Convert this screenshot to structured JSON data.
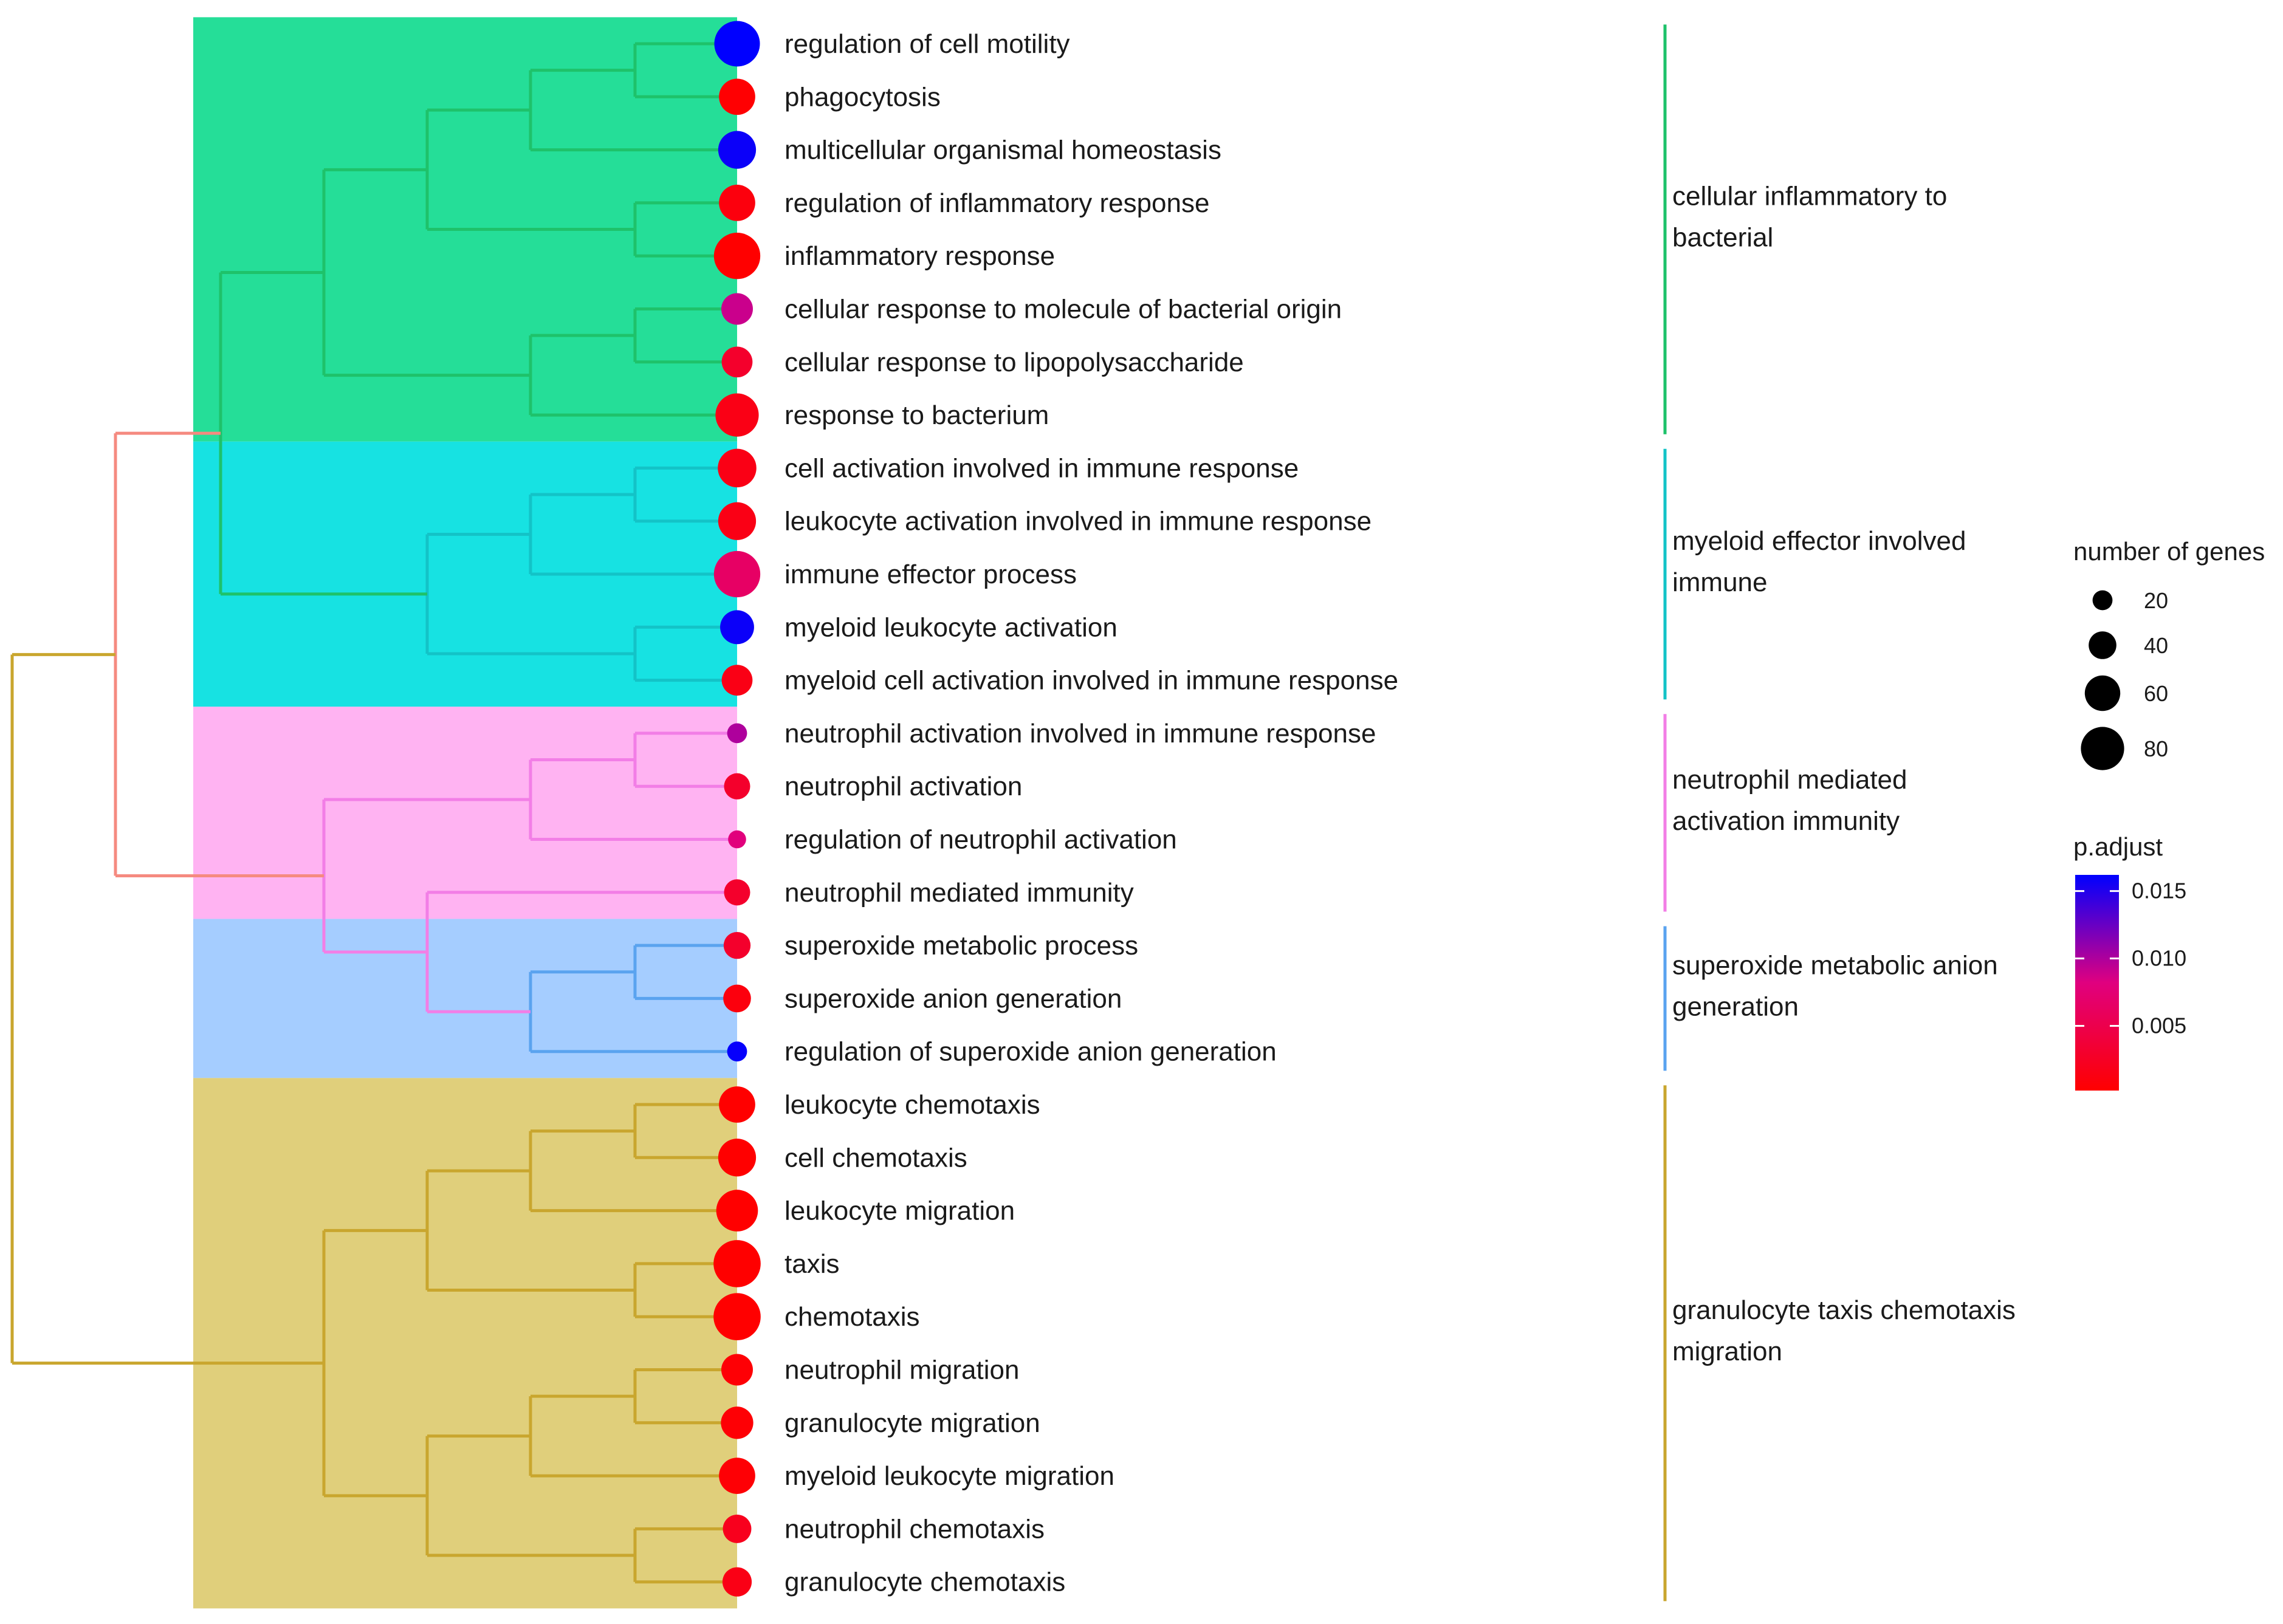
{
  "chart_data": {
    "type": "treeplot",
    "size_legend": {
      "title": "number of genes",
      "values": [
        20,
        40,
        60,
        80
      ]
    },
    "color_legend": {
      "title": "p.adjust",
      "ticks": [
        0.015,
        0.01,
        0.005
      ],
      "tick_labels": [
        "0.015",
        "0.010",
        "0.005"
      ],
      "range": [
        0.0002,
        0.0162
      ],
      "low_color": "#ff0000",
      "mid_color": "#e0007f",
      "high_color": "#0000ff"
    },
    "clusters": [
      {
        "label_lines": [
          "cellular inflammatory to",
          "bacterial"
        ],
        "fill": "#25de98",
        "line_color": "#1ec26a",
        "first": 0,
        "last": 7
      },
      {
        "label_lines": [
          "myeloid effector involved",
          "immune"
        ],
        "fill": "#17e2e2",
        "line_color": "#13c3c7",
        "first": 8,
        "last": 12
      },
      {
        "label_lines": [
          "neutrophil mediated",
          "activation immunity"
        ],
        "fill": "#ffb3f2",
        "line_color": "#f27ee6",
        "first": 13,
        "last": 16
      },
      {
        "label_lines": [
          "superoxide metabolic anion",
          "generation"
        ],
        "fill": "#a5cdff",
        "line_color": "#5aa3ef",
        "first": 17,
        "last": 19
      },
      {
        "label_lines": [
          "granulocyte taxis chemotaxis",
          "migration"
        ],
        "fill": "#e0cf7b",
        "line_color": "#c9a62e",
        "first": 20,
        "last": 29
      }
    ],
    "terms": [
      {
        "name": "regulation of cell motility",
        "count": 86,
        "p_adjust": 0.0162
      },
      {
        "name": "phagocytosis",
        "count": 62,
        "p_adjust": 0.0003
      },
      {
        "name": "multicellular organismal homeostasis",
        "count": 66,
        "p_adjust": 0.0158
      },
      {
        "name": "regulation of inflammatory response",
        "count": 62,
        "p_adjust": 0.001
      },
      {
        "name": "inflammatory response",
        "count": 88,
        "p_adjust": 0.0002
      },
      {
        "name": "cellular response to molecule of bacterial origin",
        "count": 50,
        "p_adjust": 0.009
      },
      {
        "name": "cellular response to lipopolysaccharide",
        "count": 48,
        "p_adjust": 0.003
      },
      {
        "name": "response to bacterium",
        "count": 80,
        "p_adjust": 0.0015
      },
      {
        "name": "cell activation involved in immune response",
        "count": 68,
        "p_adjust": 0.0015
      },
      {
        "name": "leukocyte activation involved in immune response",
        "count": 66,
        "p_adjust": 0.0015
      },
      {
        "name": "immune effector process",
        "count": 88,
        "p_adjust": 0.0065
      },
      {
        "name": "myeloid leukocyte activation",
        "count": 56,
        "p_adjust": 0.0158
      },
      {
        "name": "myeloid cell activation involved in immune response",
        "count": 48,
        "p_adjust": 0.0015
      },
      {
        "name": "neutrophil activation involved in immune response",
        "count": 20,
        "p_adjust": 0.01
      },
      {
        "name": "neutrophil activation",
        "count": 36,
        "p_adjust": 0.003
      },
      {
        "name": "regulation of neutrophil activation",
        "count": 15,
        "p_adjust": 0.008
      },
      {
        "name": "neutrophil mediated immunity",
        "count": 36,
        "p_adjust": 0.003
      },
      {
        "name": "superoxide metabolic process",
        "count": 38,
        "p_adjust": 0.003
      },
      {
        "name": "superoxide anion generation",
        "count": 40,
        "p_adjust": 0.001
      },
      {
        "name": "regulation of superoxide anion generation",
        "count": 20,
        "p_adjust": 0.016
      },
      {
        "name": "leukocyte chemotaxis",
        "count": 62,
        "p_adjust": 0.0002
      },
      {
        "name": "cell chemotaxis",
        "count": 66,
        "p_adjust": 0.0002
      },
      {
        "name": "leukocyte migration",
        "count": 76,
        "p_adjust": 0.0002
      },
      {
        "name": "taxis",
        "count": 90,
        "p_adjust": 0.0002
      },
      {
        "name": "chemotaxis",
        "count": 90,
        "p_adjust": 0.0002
      },
      {
        "name": "neutrophil migration",
        "count": 50,
        "p_adjust": 0.0005
      },
      {
        "name": "granulocyte migration",
        "count": 52,
        "p_adjust": 0.0005
      },
      {
        "name": "myeloid leukocyte migration",
        "count": 62,
        "p_adjust": 0.0005
      },
      {
        "name": "neutrophil chemotaxis",
        "count": 42,
        "p_adjust": 0.002
      },
      {
        "name": "granulocyte chemotaxis",
        "count": 44,
        "p_adjust": 0.0015
      }
    ],
    "dendrogram": {
      "leaves": [
        {
          "name": "regulation of cell motility",
          "cluster": 0
        },
        {
          "name": "phagocytosis",
          "cluster": 0
        },
        {
          "name": "multicellular organismal homeostasis",
          "cluster": 0
        },
        {
          "name": "regulation of inflammatory response",
          "cluster": 0
        },
        {
          "name": "inflammatory response",
          "cluster": 0
        },
        {
          "name": "cellular response to molecule of bacterial origin",
          "cluster": 0
        },
        {
          "name": "cellular response to lipopolysaccharide",
          "cluster": 0
        },
        {
          "name": "response to bacterium",
          "cluster": 0
        },
        {
          "name": "cell activation involved in immune response",
          "cluster": 1
        },
        {
          "name": "leukocyte activation involved in immune response",
          "cluster": 1
        },
        {
          "name": "immune effector process",
          "cluster": 1
        },
        {
          "name": "myeloid leukocyte activation",
          "cluster": 1
        },
        {
          "name": "myeloid cell activation involved in immune response",
          "cluster": 1
        },
        {
          "name": "neutrophil activation involved in immune response",
          "cluster": 2
        },
        {
          "name": "neutrophil activation",
          "cluster": 2
        },
        {
          "name": "regulation of neutrophil activation",
          "cluster": 2
        },
        {
          "name": "neutrophil mediated immunity",
          "cluster": 2
        },
        {
          "name": "superoxide metabolic process",
          "cluster": 3
        },
        {
          "name": "superoxide anion generation",
          "cluster": 3
        },
        {
          "name": "regulation of superoxide anion generation",
          "cluster": 3
        },
        {
          "name": "leukocyte chemotaxis",
          "cluster": 4
        },
        {
          "name": "cell chemotaxis",
          "cluster": 4
        },
        {
          "name": "leukocyte migration",
          "cluster": 4
        },
        {
          "name": "taxis",
          "cluster": 4
        },
        {
          "name": "chemotaxis",
          "cluster": 4
        },
        {
          "name": "neutrophil migration",
          "cluster": 4
        },
        {
          "name": "granulocyte migration",
          "cluster": 4
        },
        {
          "name": "myeloid leukocyte migration",
          "cluster": 4
        },
        {
          "name": "neutrophil chemotaxis",
          "cluster": 4
        },
        {
          "name": "granulocyte chemotaxis",
          "cluster": 4
        }
      ],
      "merges": [
        {
          "a": 0,
          "b": 1,
          "h": 1,
          "color": 0
        },
        {
          "a": 3,
          "b": 4,
          "h": 1,
          "color": 0
        },
        {
          "a": 5,
          "b": 6,
          "h": 1,
          "color": 0
        },
        {
          "a": 8,
          "b": 9,
          "h": 1,
          "color": 1
        },
        {
          "a": 11,
          "b": 12,
          "h": 1,
          "color": 1
        },
        {
          "a": 13,
          "b": 14,
          "h": 1,
          "color": 2
        },
        {
          "a": 17,
          "b": 18,
          "h": 1,
          "color": 3
        },
        {
          "a": 20,
          "b": 21,
          "h": 1,
          "color": 4
        },
        {
          "a": 23,
          "b": 24,
          "h": 1,
          "color": 4
        },
        {
          "a": 25,
          "b": 26,
          "h": 1,
          "color": 4
        },
        {
          "a": 28,
          "b": 29,
          "h": 1,
          "color": 4
        },
        {
          "a": 30,
          "b": 2,
          "h": 2,
          "color": 0
        },
        {
          "a": 32,
          "b": 7,
          "h": 2,
          "color": 0
        },
        {
          "a": 33,
          "b": 10,
          "h": 2,
          "color": 1
        },
        {
          "a": 35,
          "b": 15,
          "h": 2,
          "color": 2
        },
        {
          "a": 36,
          "b": 19,
          "h": 2,
          "color": 3
        },
        {
          "a": 37,
          "b": 22,
          "h": 2,
          "color": 4
        },
        {
          "a": 39,
          "b": 27,
          "h": 2,
          "color": 4
        },
        {
          "a": 41,
          "b": 31,
          "h": 3,
          "color": 0
        },
        {
          "a": 43,
          "b": 34,
          "h": 3,
          "color": 1
        },
        {
          "a": 45,
          "b": 16,
          "h": 3,
          "color": 2
        },
        {
          "a": 46,
          "b": 38,
          "h": 3,
          "color": 4
        },
        {
          "a": 47,
          "b": 40,
          "h": 3,
          "color": 4
        },
        {
          "a": 48,
          "b": 42,
          "h": 4,
          "color": 0
        },
        {
          "a": 50,
          "b": 44,
          "h": 4,
          "color": 2
        },
        {
          "a": 51,
          "b": 52,
          "h": 4,
          "color": 4
        },
        {
          "a": 53,
          "b": 49,
          "h": 5,
          "color": 0
        },
        {
          "a": 56,
          "b": 54,
          "h": 6,
          "color": -1
        },
        {
          "a": 57,
          "b": 55,
          "h": 7,
          "color": -2
        }
      ],
      "root_colors": [
        "#f58a80",
        "#c9a62e"
      ]
    }
  }
}
